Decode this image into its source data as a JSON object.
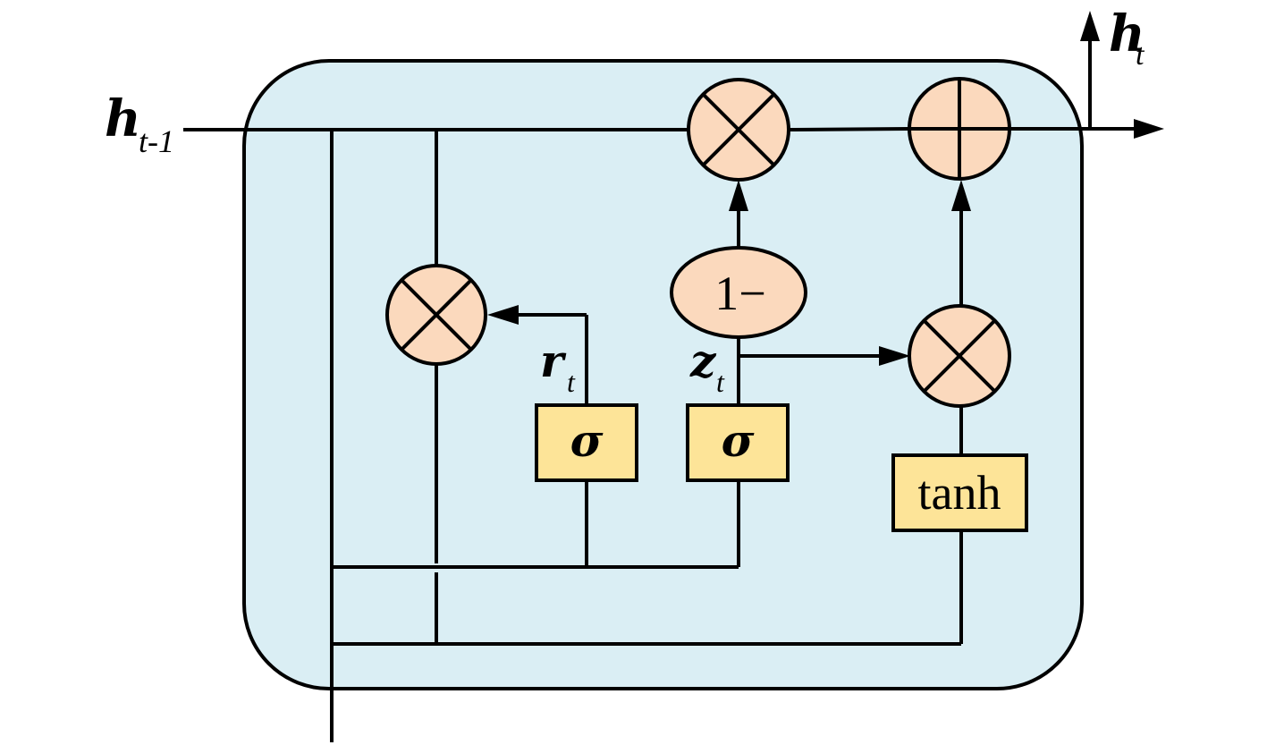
{
  "diagram": {
    "title": "GRU cell",
    "colors": {
      "cell_fill": "#daeef4",
      "operator_fill": "#fbd9bd",
      "gate_fill": "#fde498",
      "stroke": "#000000"
    },
    "inputs": {
      "prev_hidden": {
        "main": "h",
        "sub": "t-1"
      }
    },
    "outputs": {
      "hidden": {
        "main": "h",
        "sub": "t"
      }
    },
    "gates": {
      "reset_gate": {
        "symbol": "σ",
        "output_main": "r",
        "output_sub": "t"
      },
      "update_gate": {
        "symbol": "σ",
        "output_main": "z",
        "output_sub": "t"
      },
      "candidate": {
        "symbol": "tanh"
      }
    },
    "operators": {
      "one_minus": "1−",
      "multiply_icon": "circled-times",
      "add_icon": "circled-plus"
    }
  }
}
